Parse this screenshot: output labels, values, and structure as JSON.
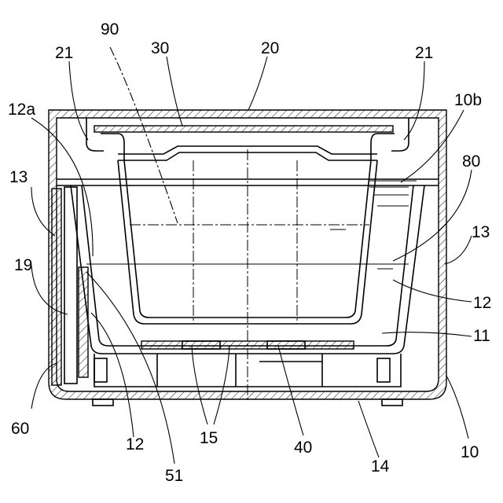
{
  "labels": {
    "l90": "90",
    "l30": "30",
    "l20": "20",
    "l21_left": "21",
    "l21_right": "21",
    "l12a": "12a",
    "l10b": "10b",
    "l80": "80",
    "l13_left": "13",
    "l13_right": "13",
    "l19": "19",
    "l12_right": "12",
    "l11": "11",
    "l60": "60",
    "l12_bottom": "12",
    "l15": "15",
    "l40": "40",
    "l14": "14",
    "l10": "10",
    "l51": "51"
  }
}
